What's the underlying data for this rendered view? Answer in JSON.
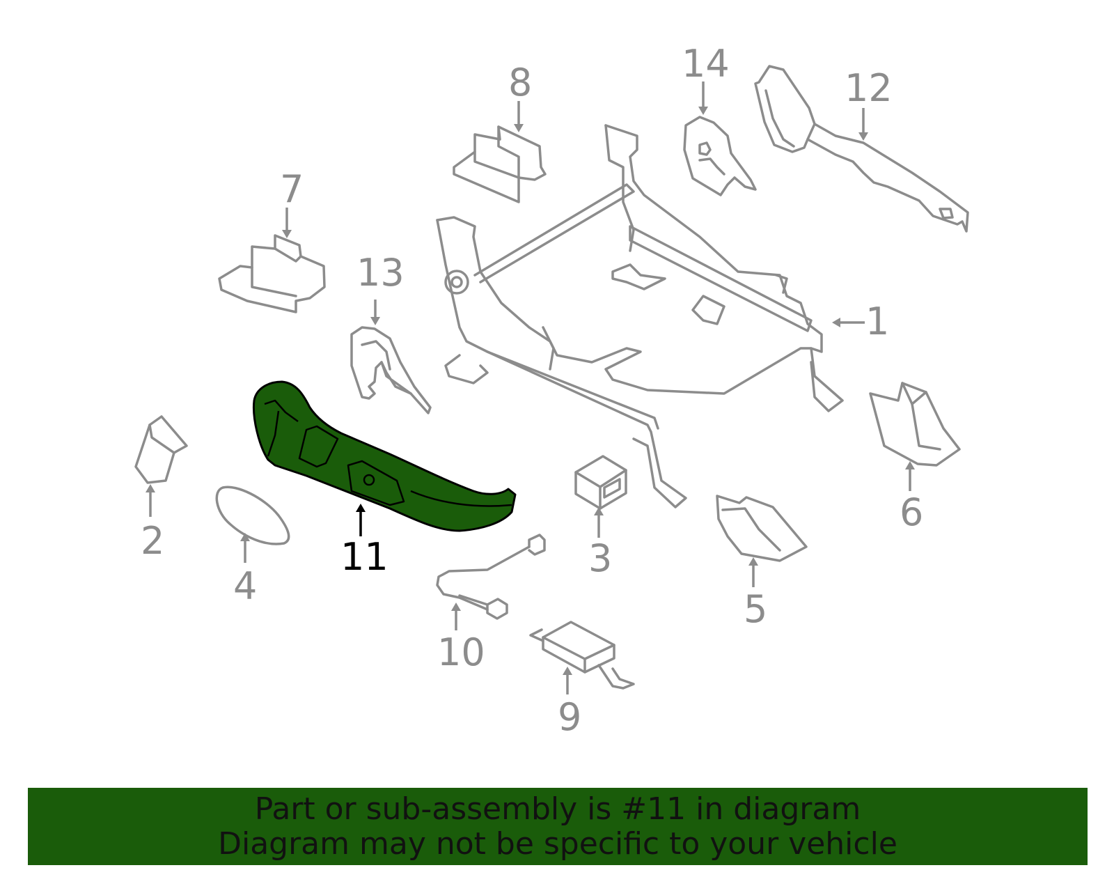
{
  "colors": {
    "highlight": "#1a5c0a",
    "banner": "#1a5c0a",
    "outline": "#8c8c8c"
  },
  "highlighted_part": "11",
  "labels": {
    "p1": "1",
    "p2": "2",
    "p3": "3",
    "p4": "4",
    "p5": "5",
    "p6": "6",
    "p7": "7",
    "p8": "8",
    "p9": "9",
    "p10": "10",
    "p11": "11",
    "p12": "12",
    "p13": "13",
    "p14": "14"
  },
  "banner": {
    "line1": "Part or sub-assembly is #11 in diagram",
    "line2": "Diagram may not be specific to your vehicle"
  }
}
